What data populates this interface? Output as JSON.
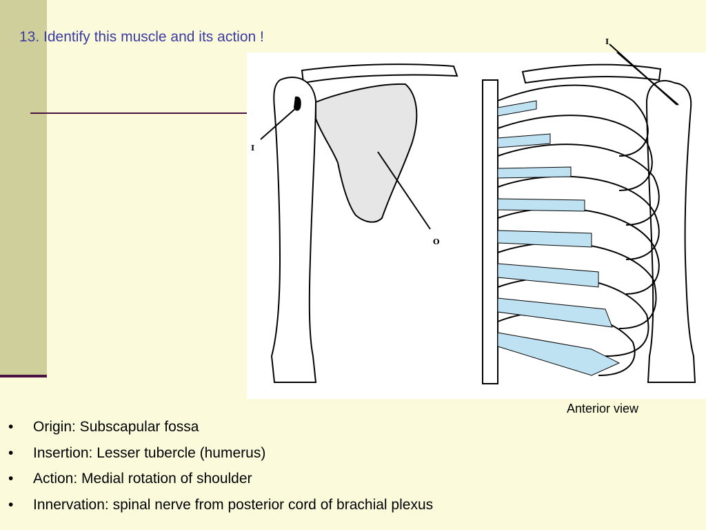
{
  "slide": {
    "title": "13. Identify this muscle and its action !"
  },
  "figure": {
    "labels": {
      "insertion_left": "I",
      "insertion_right": "I",
      "origin": "O"
    },
    "caption": "Anterior view",
    "colors": {
      "cartilage": "#bfe2f3",
      "bone_outline": "#000000",
      "scapula_fill": "#e6e6e6"
    }
  },
  "bullets": [
    "Origin: Subscapular fossa",
    "Insertion: Lesser tubercle (humerus)",
    "Action: Medial rotation of shoulder",
    "Innervation: spinal nerve from posterior cord of brachial plexus"
  ],
  "theme": {
    "background": "#fbfbdc",
    "side_band": "#cfcf9c",
    "rule": "#4a1040",
    "title_color": "#3a3aa0"
  }
}
